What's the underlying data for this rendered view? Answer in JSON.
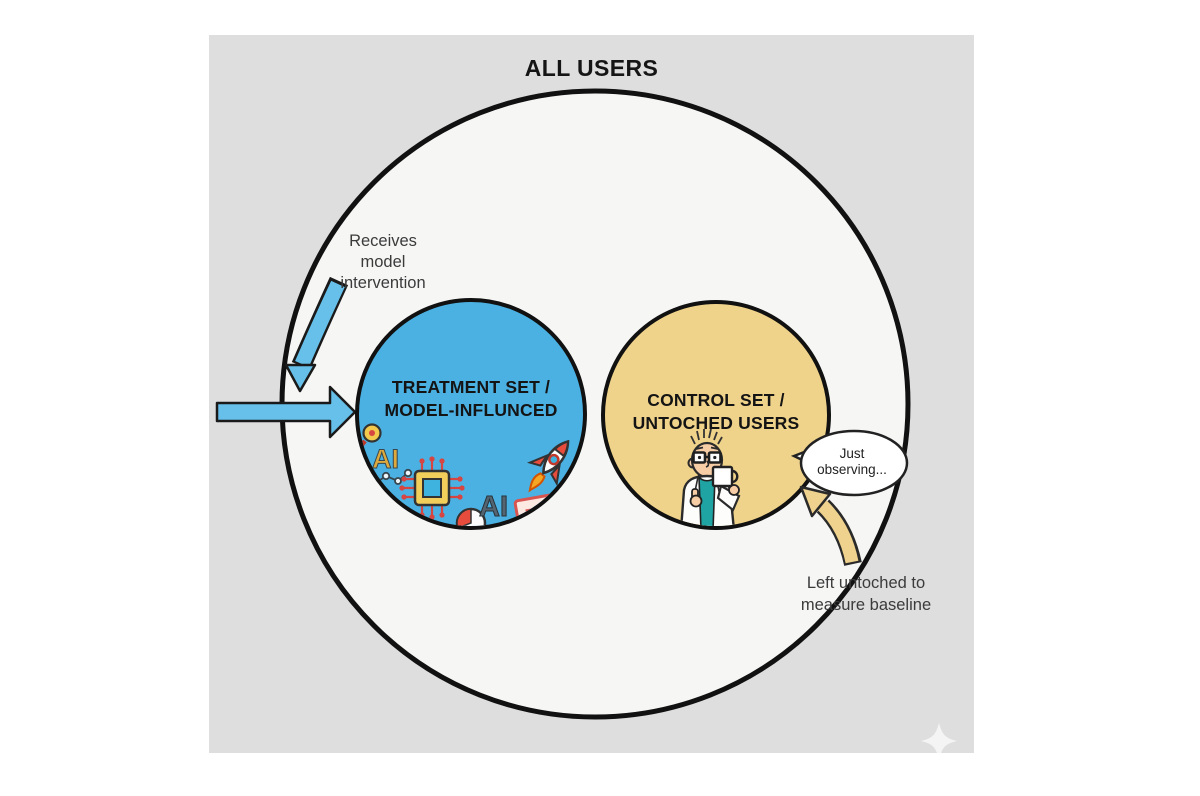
{
  "colors": {
    "canvas_bg": "#dedede",
    "outer_circle_fill": "#f6f6f5",
    "treatment_fill": "#4bb1e3",
    "control_fill": "#f0d38b",
    "arrow_blue": "#66c0ea",
    "arrow_yellow": "#eed28d",
    "outline": "#151515"
  },
  "diagram": {
    "title": "ALL USERS",
    "treatment_circle": {
      "label_line1": "TREATMENT SET /",
      "label_line2": "MODEL-INFLUNCED"
    },
    "control_circle": {
      "label_line1": "CONTROL SET /",
      "label_line2": "UNTOCHED USERS"
    },
    "treatment_note": {
      "line1": "Receives",
      "line2": "model",
      "line3": "intervention"
    },
    "control_note": {
      "line1": "Left untoched to",
      "line2": "measure baseline"
    },
    "speech_bubble": {
      "line1": "Just",
      "line2": "observing..."
    },
    "doodles": {
      "ai_text": "AI",
      "icons": [
        "magnifier-icon",
        "ai-doodle-text",
        "network-icon",
        "chip-icon",
        "pie-chart-icon",
        "tablet-icon",
        "rocket-icon"
      ],
      "control_figure": "scientist-drinking-coffee",
      "watermark": "sparkle-watermark"
    }
  }
}
